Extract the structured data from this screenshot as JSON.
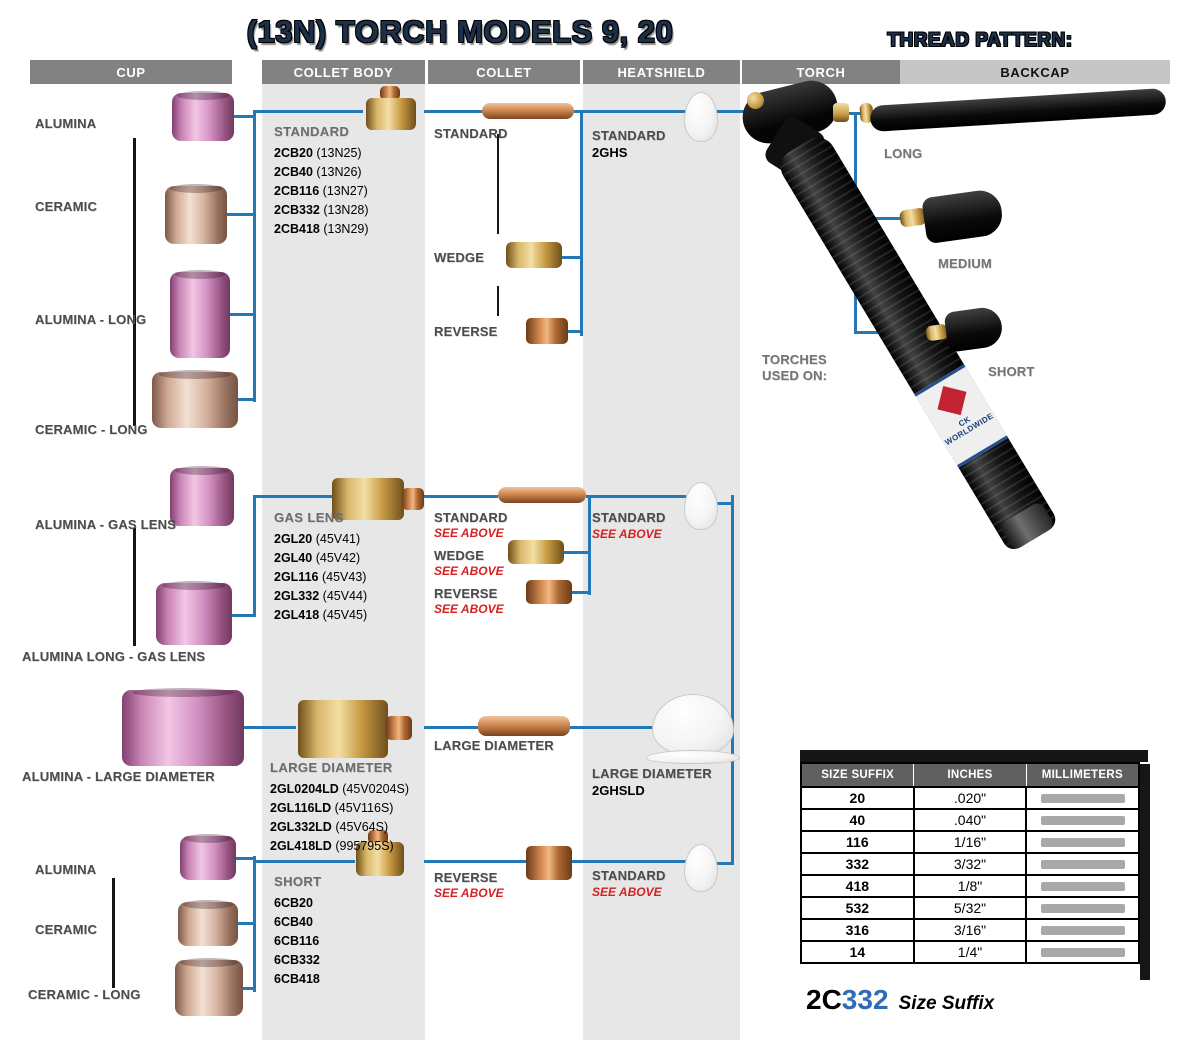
{
  "title": "(13N) TORCH MODELS 9, 20",
  "thread_pattern": {
    "title": "THREAD PATTERN:"
  },
  "columns": [
    {
      "label": "CUP"
    },
    {
      "label": "COLLET BODY"
    },
    {
      "label": "COLLET"
    },
    {
      "label": "HEATSHIELD"
    },
    {
      "label": "TORCH"
    },
    {
      "label": "BACKCAP"
    }
  ],
  "cups": [
    {
      "label": "ALUMINA"
    },
    {
      "label": "CERAMIC"
    },
    {
      "label": "ALUMINA - LONG"
    },
    {
      "label": "CERAMIC - LONG"
    },
    {
      "label": "ALUMINA - GAS LENS"
    },
    {
      "label": "ALUMINA LONG - GAS LENS"
    },
    {
      "label": "ALUMINA - LARGE DIAMETER"
    },
    {
      "label": "ALUMINA"
    },
    {
      "label": "CERAMIC"
    },
    {
      "label": "CERAMIC - LONG"
    }
  ],
  "collet_body_groups": [
    {
      "title": "STANDARD",
      "parts": [
        {
          "code": "2CB20",
          "ref": "(13N25)"
        },
        {
          "code": "2CB40",
          "ref": "(13N26)"
        },
        {
          "code": "2CB116",
          "ref": "(13N27)"
        },
        {
          "code": "2CB332",
          "ref": "(13N28)"
        },
        {
          "code": "2CB418",
          "ref": "(13N29)"
        }
      ]
    },
    {
      "title": "GAS LENS",
      "parts": [
        {
          "code": "2GL20",
          "ref": "(45V41)"
        },
        {
          "code": "2GL40",
          "ref": "(45V42)"
        },
        {
          "code": "2GL116",
          "ref": "(45V43)"
        },
        {
          "code": "2GL332",
          "ref": "(45V44)"
        },
        {
          "code": "2GL418",
          "ref": "(45V45)"
        }
      ]
    },
    {
      "title": "LARGE DIAMETER",
      "parts": [
        {
          "code": "2GL0204LD",
          "ref": "(45V0204S)"
        },
        {
          "code": "2GL116LD",
          "ref": "(45V116S)"
        },
        {
          "code": "2GL332LD",
          "ref": "(45V64S)"
        },
        {
          "code": "2GL418LD",
          "ref": "(995795S)"
        }
      ]
    },
    {
      "title": "SHORT",
      "parts": [
        {
          "code": "6CB20",
          "ref": ""
        },
        {
          "code": "6CB40",
          "ref": ""
        },
        {
          "code": "6CB116",
          "ref": ""
        },
        {
          "code": "6CB332",
          "ref": ""
        },
        {
          "code": "6CB418",
          "ref": ""
        }
      ]
    }
  ],
  "collets": [
    {
      "label": "STANDARD",
      "note": ""
    },
    {
      "label": "WEDGE",
      "note": ""
    },
    {
      "label": "REVERSE",
      "note": ""
    },
    {
      "label": "STANDARD",
      "note": "SEE ABOVE"
    },
    {
      "label": "WEDGE",
      "note": "SEE ABOVE"
    },
    {
      "label": "REVERSE",
      "note": "SEE ABOVE"
    },
    {
      "label": "LARGE DIAMETER",
      "note": ""
    },
    {
      "label": "REVERSE",
      "note": "SEE ABOVE"
    }
  ],
  "heatshields": [
    {
      "label": "STANDARD",
      "code": "2GHS",
      "note": ""
    },
    {
      "label": "STANDARD",
      "code": "",
      "note": "SEE ABOVE"
    },
    {
      "label": "LARGE DIAMETER",
      "code": "2GHSLD",
      "note": ""
    },
    {
      "label": "STANDARD",
      "code": "",
      "note": "SEE ABOVE"
    }
  ],
  "torch": {
    "caption_line1": "TORCHES",
    "caption_line2": "USED ON:",
    "brand": "CK WORLDWIDE"
  },
  "backcaps": [
    {
      "label": "LONG"
    },
    {
      "label": "MEDIUM"
    },
    {
      "label": "SHORT"
    }
  ],
  "size_table": {
    "headers": [
      "SIZE SUFFIX",
      "INCHES",
      "MILLIMETERS"
    ],
    "rows": [
      {
        "suffix": "20",
        "inches": ".020\""
      },
      {
        "suffix": "40",
        "inches": ".040\""
      },
      {
        "suffix": "116",
        "inches": "1/16\""
      },
      {
        "suffix": "332",
        "inches": "3/32\""
      },
      {
        "suffix": "418",
        "inches": "1/8\""
      },
      {
        "suffix": "532",
        "inches": "5/32\""
      },
      {
        "suffix": "316",
        "inches": "3/16\""
      },
      {
        "suffix": "14",
        "inches": "1/4\""
      }
    ]
  },
  "example": {
    "prefix": "2C",
    "suffix": "332",
    "caption": "Size Suffix"
  },
  "colors": {
    "accent_blue": "#2478b5",
    "see_above_red": "#d42222"
  }
}
